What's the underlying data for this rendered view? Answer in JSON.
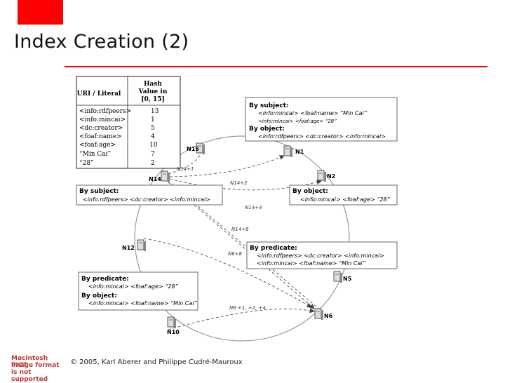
{
  "slide": {
    "title": "Index Creation (2)",
    "footer": "© 2005, Karl Aberer and Philippe Cudré-Mauroux",
    "pict_notice": [
      "Macintosh PICT",
      "image format",
      "is not supported"
    ],
    "accent_color": "#ff0000"
  },
  "table": {
    "headers": [
      "URI / Literal",
      "Hash",
      "Value in",
      "[0, 15]"
    ],
    "rows": [
      {
        "key": "<info:rdfpeers>",
        "value": "13"
      },
      {
        "key": "<info:mincai>",
        "value": "1"
      },
      {
        "key": "<dc:creator>",
        "value": "5"
      },
      {
        "key": "<foaf:name>",
        "value": "4"
      },
      {
        "key": "<foaf:age>",
        "value": "10"
      },
      {
        "key": "“Min Cai”",
        "value": "7"
      },
      {
        "key": "“28”",
        "value": "2"
      }
    ]
  },
  "nodes": [
    "N15",
    "N1",
    "N2",
    "N14",
    "N12",
    "N5",
    "N6",
    "N10"
  ],
  "edge_labels": [
    "N14+1",
    "N14+2",
    "N14+4",
    "N14+8",
    "N6+8",
    "N6 +1, +2, +4"
  ],
  "boxes": {
    "n1": {
      "lines": [
        "By subject:",
        "<info:mincai> <foaf:name> “Min Cai”",
        "<info:mincai> <foaf:age> “28”",
        "By object:",
        "<info:rdfpeers> <dc:creator> <info:mincai>"
      ]
    },
    "n14": {
      "lines": [
        "By subject:",
        "<info:rdfpeers> <dc:creator> <info:mincai>"
      ]
    },
    "n2": {
      "lines": [
        "By object:",
        "<info:mincai> <foaf:age> “28”"
      ]
    },
    "n5": {
      "lines": [
        "By predicate:",
        "<info:rdfpeers> <dc:creator> <info:mincai>",
        "<info:mincai> <foaf:name> “Min Cai”"
      ]
    },
    "n10": {
      "lines": [
        "By predicate:",
        "<info:mincai> <foaf:age> “28”",
        "By object:",
        "<info:mincai> <foaf:name> “Min Cai”"
      ]
    }
  }
}
